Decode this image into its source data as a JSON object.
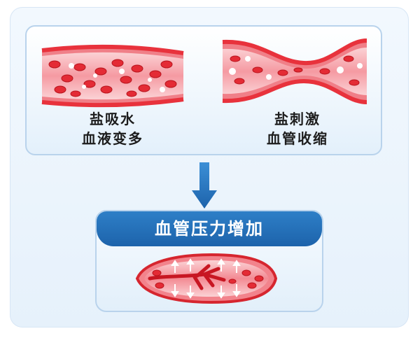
{
  "left_panel": {
    "caption_line1": "盐吸水",
    "caption_line2": "血液变多"
  },
  "right_panel": {
    "caption_line1": "盐刺激",
    "caption_line2": "血管收缩"
  },
  "result": {
    "title": "血管压力增加"
  },
  "colors": {
    "vessel_red": "#e8323c",
    "vessel_lumen": "#f7a8ae",
    "arrow_blue": "#2a78c2",
    "banner_blue": "#1d63ab"
  }
}
